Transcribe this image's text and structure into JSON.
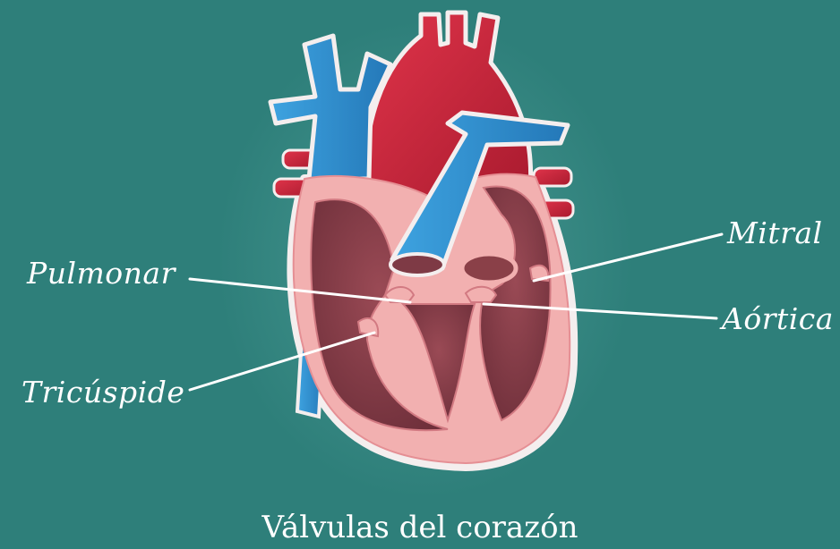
{
  "labels": {
    "mitral": "Mitral",
    "pulmonar": "Pulmonar",
    "aortica": "Aórtica",
    "tricuspide": "Tricúspide"
  },
  "caption": "Válvulas del corazón",
  "colors": {
    "background": "#2e7f7a",
    "vein_blue": "#2f8fd0",
    "artery_red": "#c8243a",
    "myocardium_pink": "#f2b0b0",
    "chamber_maroon": "#7e3a45",
    "label_line": "#ffffff"
  }
}
